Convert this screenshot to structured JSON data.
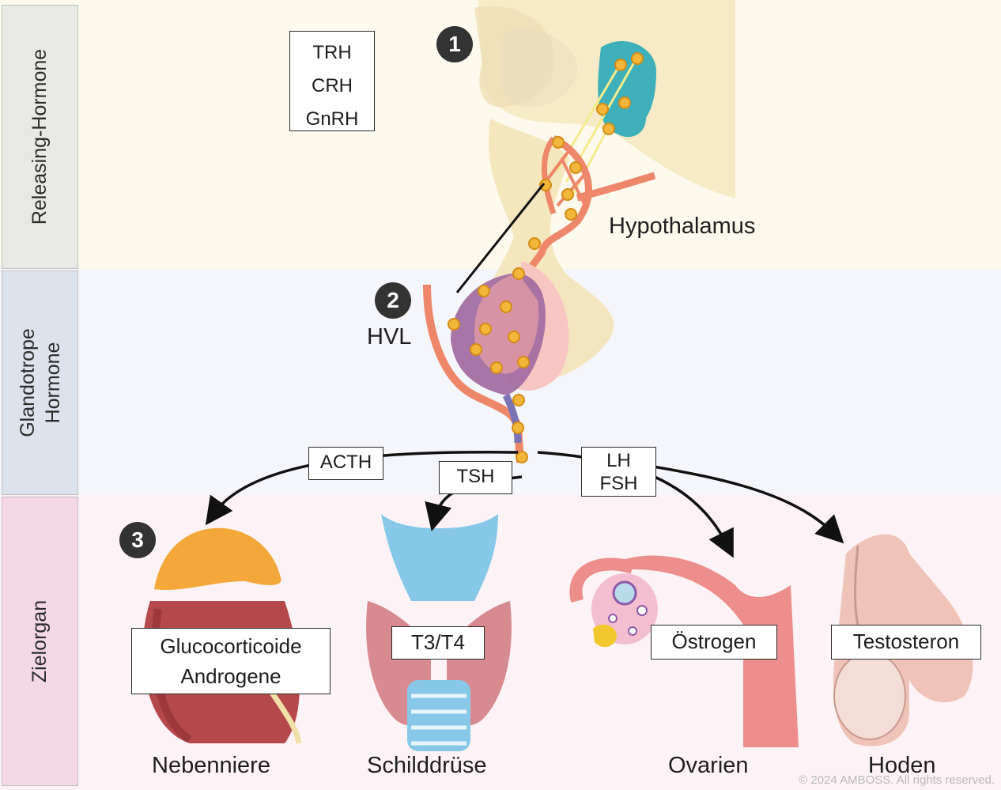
{
  "sidebar": {
    "releasing": "Releasing-Hormone",
    "glandotrope": [
      "Glandotrope",
      "Hormone"
    ],
    "zielorgan": "Zielorgan"
  },
  "steps": [
    "1",
    "2",
    "3"
  ],
  "releasing_hormones": [
    "TRH",
    "CRH",
    "GnRH"
  ],
  "labels": {
    "hypothalamus": "Hypothalamus",
    "hvl": "HVL"
  },
  "glandotrope_hormones": {
    "acth": "ACTH",
    "tsh": "TSH",
    "lh_fsh": [
      "LH",
      "FSH"
    ]
  },
  "effector_hormones": {
    "adrenal": [
      "Glucocorticoide",
      "Androgene"
    ],
    "thyroid": "T3/T4",
    "ovary": "Östrogen",
    "testis": "Testosteron"
  },
  "organs": [
    "Nebenniere",
    "Schilddrüse",
    "Ovarien",
    "Hoden"
  ],
  "copyright": "© 2024 AMBOSS. All rights reserved.",
  "colors": {
    "band_releasing": "#fdf9ec",
    "band_glandotrope": "#f4f6fb",
    "band_zielorgan": "#fdf3f6",
    "sidebar_releasing": "#e8e8e4",
    "sidebar_glandotrope": "#dde3ec",
    "sidebar_zielorgan": "#f5d8e5"
  }
}
